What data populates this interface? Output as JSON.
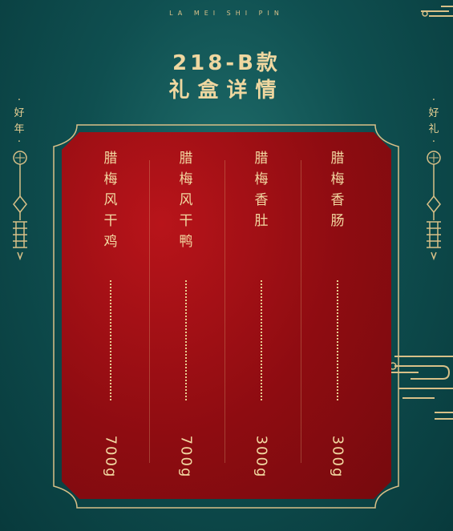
{
  "header": {
    "tagline": "LA MEI SHI PIN",
    "title_line1": "218-B款",
    "title_line2": "礼盒详情"
  },
  "side_left": {
    "text": [
      "好",
      "年"
    ]
  },
  "side_right": {
    "text": [
      "好",
      "礼"
    ]
  },
  "products": [
    {
      "name": [
        "腊",
        "梅",
        "风",
        "干",
        "鸡"
      ],
      "weight": "700g"
    },
    {
      "name": [
        "腊",
        "梅",
        "风",
        "干",
        "鸭"
      ],
      "weight": "700g"
    },
    {
      "name": [
        "腊",
        "梅",
        "香",
        "肚"
      ],
      "weight": "300g"
    },
    {
      "name": [
        "腊",
        "梅",
        "香",
        "肠"
      ],
      "weight": "300g"
    }
  ],
  "colors": {
    "background": "#0f4f50",
    "card_red": "#9a0f14",
    "gold": "#e7cf93"
  }
}
